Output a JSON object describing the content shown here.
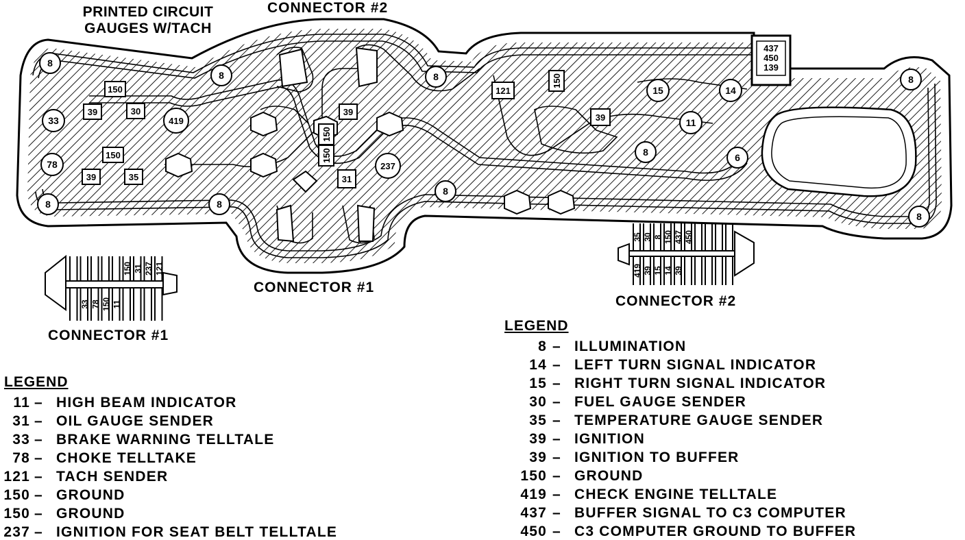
{
  "title": {
    "line1": "PRINTED CIRCUIT",
    "line2": "GAUGES W/TACH"
  },
  "callouts": {
    "connector2_top": "CONNECTOR #2",
    "connector1_bottom": "CONNECTOR #1",
    "connector1_detail": "CONNECTOR #1",
    "connector2_detail": "CONNECTOR #2"
  },
  "board": {
    "buffer_terminals": [
      "437",
      "450",
      "139"
    ],
    "terminal_labels": {
      "t8": "8",
      "t33": "33",
      "t78": "78",
      "t150": "150",
      "t30": "30",
      "t39": "39",
      "t419": "419",
      "t35": "35",
      "t237": "237",
      "t31": "31",
      "t121": "121",
      "t15": "15",
      "t14": "14",
      "t11": "11",
      "t6": "6"
    }
  },
  "connector1_pins": {
    "top": [
      "150",
      "31",
      "237",
      "121"
    ],
    "bottom": [
      "33",
      "78",
      "150",
      "11"
    ]
  },
  "connector2_pins": {
    "top": [
      "35",
      "30",
      "8",
      "150",
      "437",
      "450"
    ],
    "bottom": [
      "419",
      "39",
      "15",
      "14",
      "39"
    ]
  },
  "legend_left": {
    "heading": "LEGEND",
    "items": [
      {
        "code": "11",
        "desc": "HIGH BEAM INDICATOR"
      },
      {
        "code": "31",
        "desc": "OIL GAUGE SENDER"
      },
      {
        "code": "33",
        "desc": "BRAKE WARNING TELLTALE"
      },
      {
        "code": "78",
        "desc": "CHOKE TELLTAKE"
      },
      {
        "code": "121",
        "desc": "TACH SENDER"
      },
      {
        "code": "150",
        "desc": "GROUND"
      },
      {
        "code": "150",
        "desc": "GROUND"
      },
      {
        "code": "237",
        "desc": "IGNITION FOR SEAT BELT TELLTALE"
      }
    ]
  },
  "legend_right": {
    "heading": "LEGEND",
    "items": [
      {
        "code": "8",
        "desc": "ILLUMINATION"
      },
      {
        "code": "14",
        "desc": "LEFT TURN SIGNAL INDICATOR"
      },
      {
        "code": "15",
        "desc": "RIGHT TURN SIGNAL INDICATOR"
      },
      {
        "code": "30",
        "desc": "FUEL GAUGE SENDER"
      },
      {
        "code": "35",
        "desc": "TEMPERATURE GAUGE SENDER"
      },
      {
        "code": "39",
        "desc": "IGNITION"
      },
      {
        "code": "39",
        "desc": "IGNITION TO BUFFER"
      },
      {
        "code": "150",
        "desc": "GROUND"
      },
      {
        "code": "419",
        "desc": "CHECK ENGINE TELLTALE"
      },
      {
        "code": "437",
        "desc": "BUFFER SIGNAL TO C3 COMPUTER"
      },
      {
        "code": "450",
        "desc": "C3 COMPUTER GROUND TO BUFFER"
      }
    ]
  },
  "dash_glyph": "–"
}
